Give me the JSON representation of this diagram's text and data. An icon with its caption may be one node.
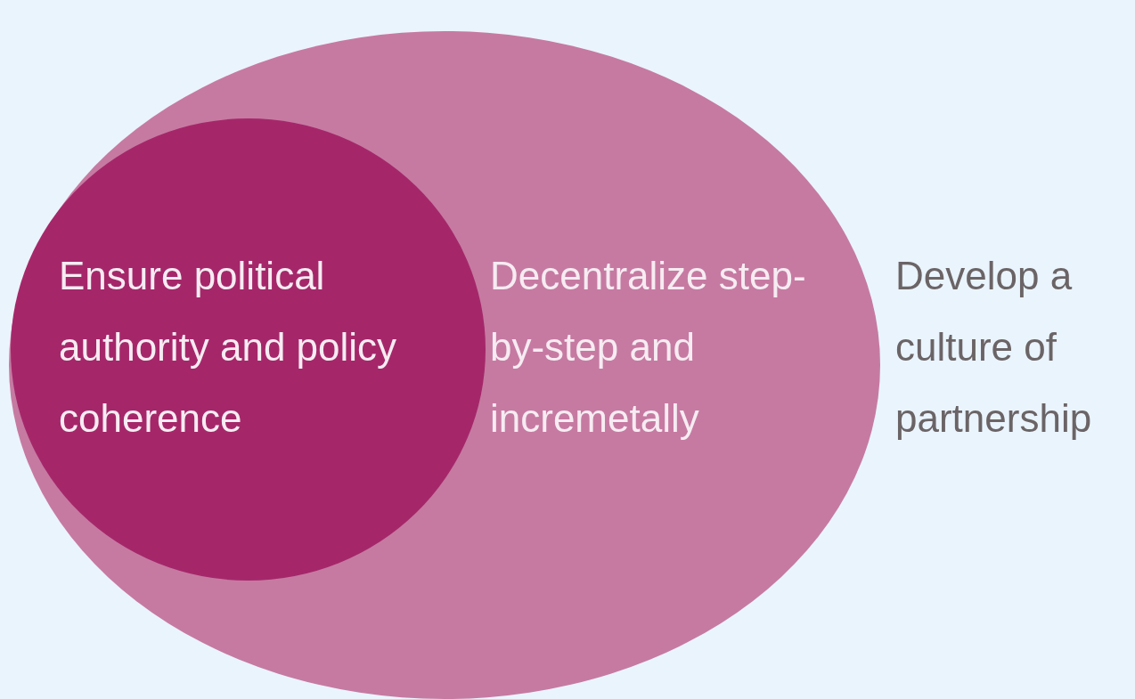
{
  "diagram": {
    "nodes": [
      {
        "text": [
          "Decentralize step-by-step and incremetally"
        ]
      },
      {
        "text": [
          "Ensure political authority and policy coherence"
        ],
        "in": 0
      }
    ],
    "labels": [
      "Develop a culture of partnership"
    ]
  }
}
